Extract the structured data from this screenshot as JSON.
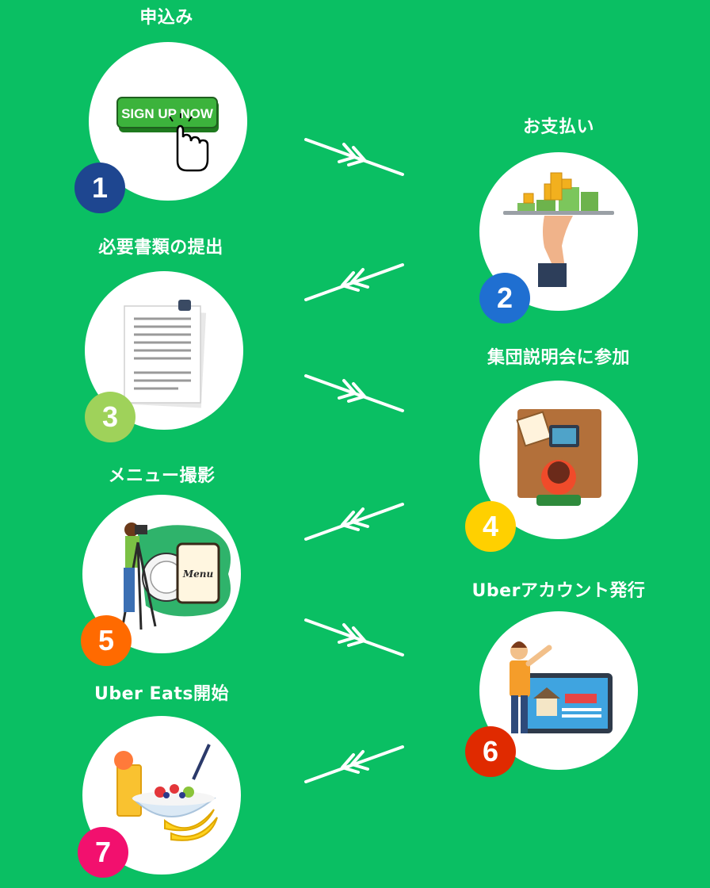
{
  "steps": [
    {
      "number": "1",
      "title": "申込み",
      "badge_color": "#1e4690",
      "button_text": "SIGN UP NOW"
    },
    {
      "number": "2",
      "title": "お支払い",
      "badge_color": "#1f6fd1"
    },
    {
      "number": "3",
      "title": "必要書類の提出",
      "badge_color": "#9fd25a"
    },
    {
      "number": "4",
      "title": "集団説明会に参加",
      "badge_color": "#ffd000"
    },
    {
      "number": "5",
      "title": "メニュー撮影",
      "badge_color": "#ff6a00",
      "menu_text": "Menu"
    },
    {
      "number": "6",
      "title": "Uberアカウント発行",
      "badge_color": "#e02a00"
    },
    {
      "number": "7",
      "title": "Uber Eats開始",
      "badge_color": "#f2106e"
    }
  ],
  "theme": {
    "background": "#0abf63",
    "text": "#ffffff"
  },
  "icons": {
    "step1": "sign-up-button-icon",
    "step2": "money-tray-icon",
    "step3": "documents-icon",
    "step4": "meeting-desk-icon",
    "step5": "photographer-menu-icon",
    "step6": "account-screen-icon",
    "step7": "food-bowl-icon"
  }
}
